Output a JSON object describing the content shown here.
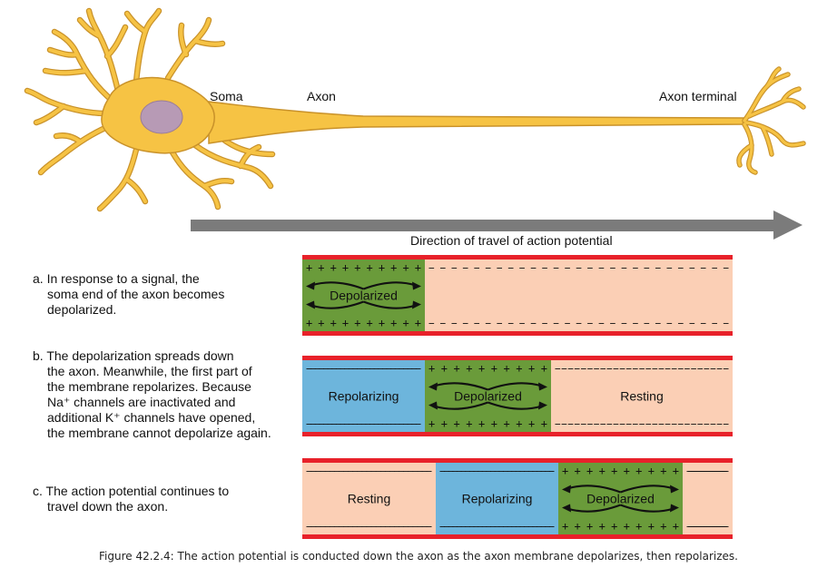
{
  "neuron": {
    "soma_label": "Soma",
    "axon_label": "Axon",
    "terminal_label": "Axon terminal",
    "direction_label": "Direction of travel of action potential"
  },
  "steps": [
    {
      "first": "a. In response to a signal, the",
      "rest": [
        "soma end of the axon becomes",
        "depolarized."
      ]
    },
    {
      "first": "b. The depolarization spreads down",
      "rest": [
        "the axon. Meanwhile, the first part of",
        "the membrane repolarizes. Because",
        "Na⁺ channels are inactivated and",
        "additional K⁺ channels have opened,",
        "the membrane cannot depolarize again."
      ]
    },
    {
      "first": "c. The action potential continues to",
      "rest": [
        "travel down the axon."
      ]
    }
  ],
  "rows": [
    {
      "segments": [
        {
          "state": "Depolarized",
          "label": "Depolarized"
        },
        {
          "state": "Resting",
          "label": ""
        }
      ]
    },
    {
      "segments": [
        {
          "state": "Repolarizing",
          "label": "Repolarizing"
        },
        {
          "state": "Depolarized",
          "label": "Depolarized"
        },
        {
          "state": "Resting",
          "label": "Resting"
        }
      ]
    },
    {
      "segments": [
        {
          "state": "Resting",
          "label": "Resting"
        },
        {
          "state": "Repolarizing",
          "label": "Repolarizing"
        },
        {
          "state": "Depolarized",
          "label": "Depolarized"
        },
        {
          "state": "Resting",
          "label": ""
        }
      ]
    }
  ],
  "membrane_signs": {
    "positive": "+ + + + + + + + + +",
    "negative": "− − − − − − − − − − − − − − − − − − − − − − − − − − −"
  },
  "colors": {
    "membrane": "#e8212a",
    "resting": "#fbcfb5",
    "depolarized": "#6a9b3a",
    "repolarizing": "#6db5dc",
    "neuron": "#f6c344",
    "neuron_outline": "#c9922a",
    "nucleus": "#b79ab5",
    "arrow": "#7b7b7b"
  },
  "caption": "Figure 42.2.4: The action potential is conducted down the axon as the axon membrane depolarizes, then repolarizes."
}
